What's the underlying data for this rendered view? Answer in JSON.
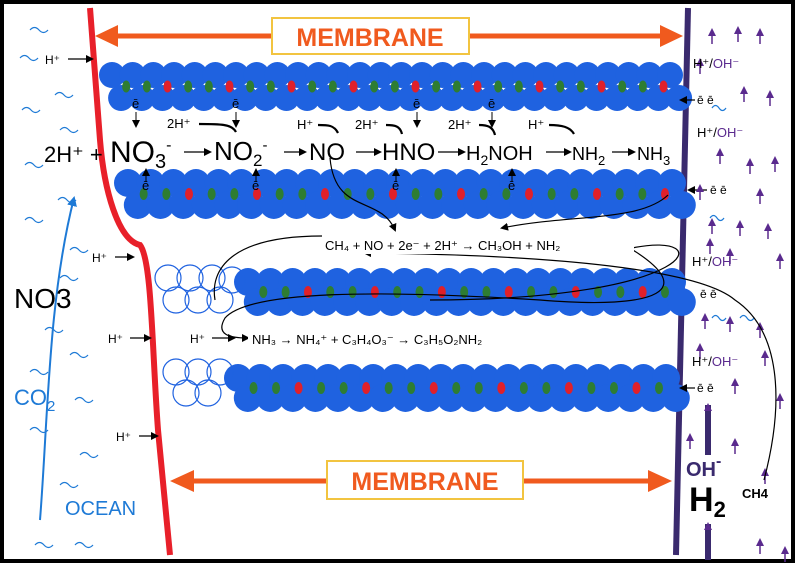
{
  "membrane": {
    "top_label": "MEMBRANE",
    "bottom_label": "MEMBRANE"
  },
  "left": {
    "no3": "NO3",
    "co2": "CO",
    "co2_sub": "2",
    "ocean": "OCEAN"
  },
  "protons": {
    "h_plus": "H⁺"
  },
  "electrons": {
    "e_single": "ē",
    "e_pair": "ē ē"
  },
  "right": {
    "h_oh_h": "H⁺/",
    "h_oh_oh": "OH⁻",
    "oh_big": "OH",
    "oh_big_sup": "-",
    "h2": "H",
    "h2_sub": "2",
    "ch4": "CH4"
  },
  "eq1": {
    "lead": "2H⁺ +",
    "no3": "NO",
    "no3_sub": "3",
    "no3_sup": "-",
    "no2": "NO",
    "no2_sub": "2",
    "no2_sup": "-",
    "no": "NO",
    "hno": "HNO",
    "h2noh_a": "H",
    "h2noh_sub": "2",
    "h2noh_b": "NOH",
    "nh2": "NH",
    "nh2_sub": "2",
    "nh3": "NH",
    "nh3_sub": "3",
    "in_2h": "2H⁺",
    "in_h": "H⁺"
  },
  "eq2": {
    "text": "CH₄ + NO + 2e⁻ + 2H⁺ → CH₃OH + NH₂"
  },
  "eq3": {
    "text": "NH₃ → NH₄⁺ + C₃H₄O₃⁻ → C₃H₅O₂NH₂"
  },
  "colors": {
    "membrane_left": "#e8202a",
    "membrane_right": "#3a2a6e",
    "arrow_orange": "#f05a1e",
    "bead_blue": "#1f62e0",
    "bead_red": "#e0202a",
    "bead_green": "#2e7d32",
    "ocean_blue": "#1e7ad6",
    "purple": "#5a2a8e"
  }
}
